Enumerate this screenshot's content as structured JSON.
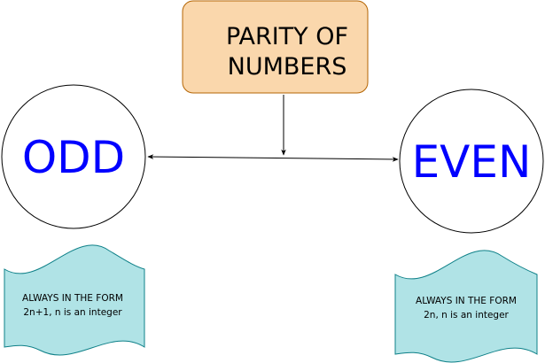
{
  "title_box": {
    "line1": "PARITY OF",
    "line2": "NUMBERS",
    "fill": "#fad7ac",
    "stroke": "#b46504"
  },
  "odd": {
    "label": "ODD",
    "note_line1": "ALWAYS IN THE FORM",
    "note_line2": "2n+1, n is an integer"
  },
  "even": {
    "label": "EVEN",
    "note_line1": "ALWAYS IN THE FORM",
    "note_line2": "2n, n is an integer"
  },
  "colors": {
    "circle_text": "#0000ff",
    "note_fill": "#b0e3e6",
    "note_stroke": "#0e8088",
    "connector": "#000000"
  }
}
